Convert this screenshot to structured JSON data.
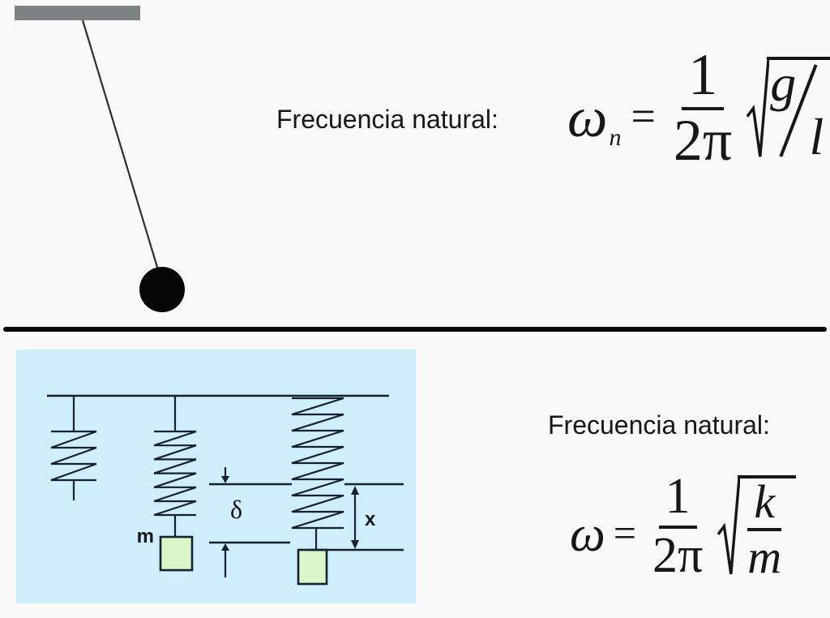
{
  "colors": {
    "background": "#f9f9f9",
    "ink": "#171717",
    "line": "#15212f",
    "panel-blue": "#cdeefa",
    "mass-green": "#daf6c9",
    "pendulum-gray": "#7d8285",
    "divider": "#0a0a0a",
    "string": "#2e2e2e",
    "bob": "#060606"
  },
  "top_section": {
    "label": "Frecuencia natural:",
    "formula": {
      "lhs": "ω",
      "lhs_subscript": "n",
      "equals": "=",
      "coefficient_numerator": "1",
      "coefficient_denominator": "2π",
      "radicand_numerator": "g",
      "radicand_denominator": "l"
    }
  },
  "bottom_section": {
    "label": "Frecuencia natural:",
    "formula": {
      "lhs": "ω",
      "equals": "=",
      "coefficient_numerator": "1",
      "coefficient_denominator": "2π",
      "radicand_numerator": "k",
      "radicand_denominator": "m"
    },
    "diagram_labels": {
      "mass": "m",
      "static_deflection": "δ",
      "displacement": "x"
    }
  }
}
